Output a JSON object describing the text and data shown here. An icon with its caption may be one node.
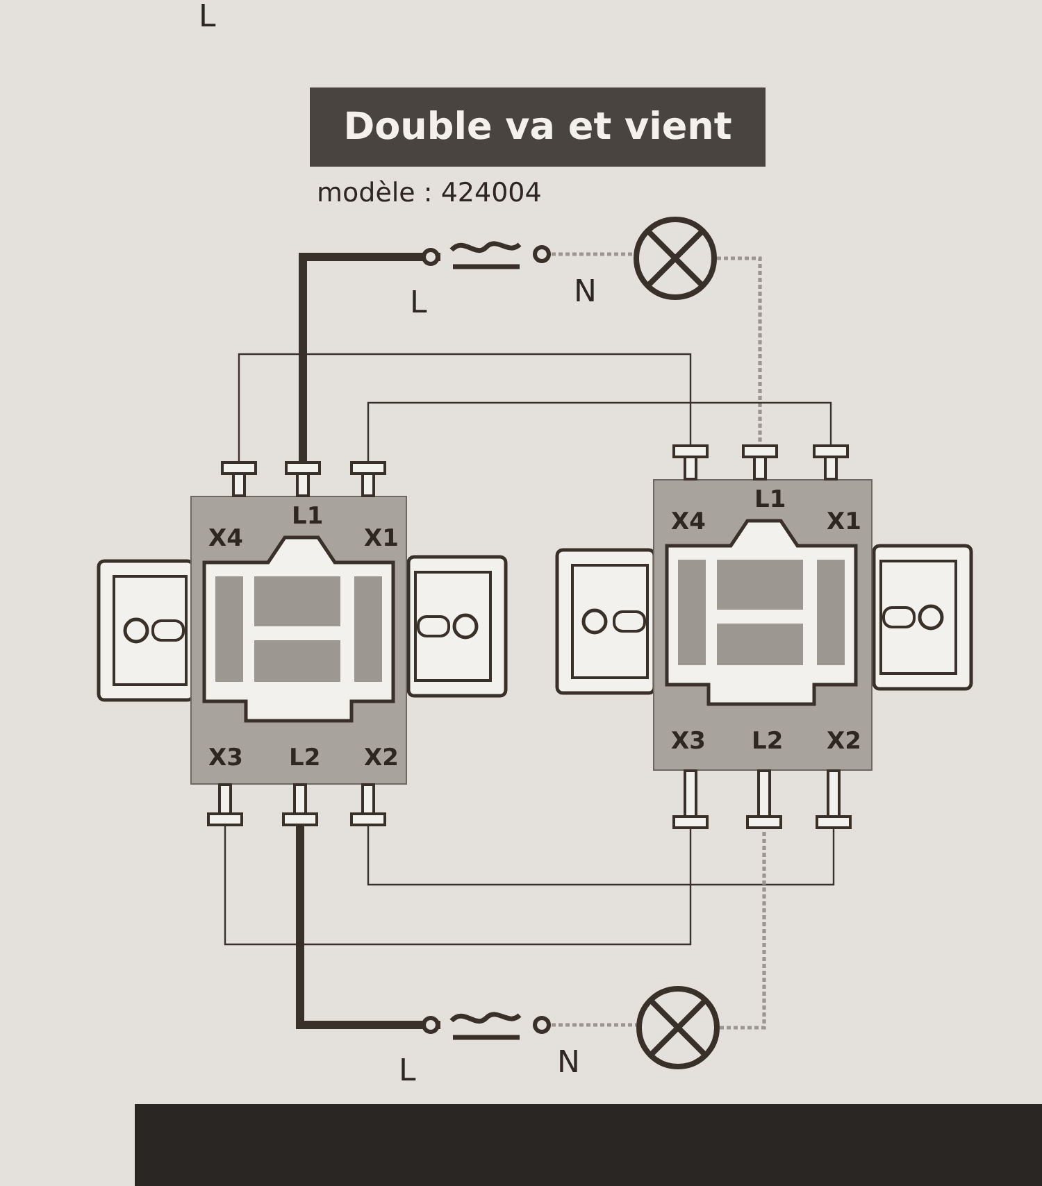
{
  "diagram": {
    "title": "Double va et vient",
    "nodes": [
      {
        "text": [],
        "shape": "circle",
        "beside": [
          "L"
        ]
      },
      {
        "text": [],
        "shape": "circle",
        "beside": [
          "N"
        ]
      },
      {
        "text": [],
        "shape": "circle"
      },
      {
        "text": [
          "X4",
          "L1",
          "X1",
          "X3",
          "L2",
          "X2"
        ]
      },
      {
        "text": [],
        "shape": "box"
      },
      {
        "text": [],
        "shape": "box"
      },
      {
        "text": [],
        "shape": "box"
      },
      {
        "text": [],
        "shape": "box"
      },
      {
        "text": [],
        "shape": "box"
      },
      {
        "text": [],
        "shape": "box"
      },
      {
        "text": [
          "X4",
          "L1",
          "X1",
          "X3",
          "L2",
          "X2"
        ]
      },
      {
        "text": [],
        "shape": "box"
      },
      {
        "text": [],
        "shape": "box"
      },
      {
        "text": [],
        "shape": "box"
      },
      {
        "text": [],
        "shape": "box"
      },
      {
        "text": [],
        "shape": "box"
      },
      {
        "text": [],
        "shape": "box"
      },
      {
        "text": [],
        "shape": "circle",
        "beside": [
          "L"
        ]
      },
      {
        "text": [],
        "shape": "circle",
        "beside": [
          "N"
        ]
      },
      {
        "text": [],
        "shape": "circle"
      }
    ],
    "edges": [
      {
        "from": 0,
        "to": 5,
        "arrow": "none",
        "style": "thick"
      },
      {
        "from": 1,
        "to": 2,
        "arrow": "none",
        "style": "dashed",
        "color": "#9a9590"
      },
      {
        "from": 2,
        "to": 12,
        "arrow": "none",
        "style": "dashed",
        "color": "#9a9590"
      },
      {
        "from": 4,
        "to": 11,
        "arrow": "none"
      },
      {
        "from": 6,
        "to": 13,
        "arrow": "none"
      },
      {
        "from": 7,
        "to": 14,
        "arrow": "none"
      },
      {
        "from": 9,
        "to": 16,
        "arrow": "none"
      },
      {
        "from": 8,
        "to": 17,
        "arrow": "none",
        "style": "thick"
      },
      {
        "from": 18,
        "to": 19,
        "arrow": "none",
        "style": "dashed",
        "color": "#9a9590"
      },
      {
        "from": 19,
        "to": 15,
        "arrow": "none",
        "style": "dashed",
        "color": "#9a9590"
      }
    ],
    "labels": [
      "L",
      "modèle : 424004"
    ]
  }
}
